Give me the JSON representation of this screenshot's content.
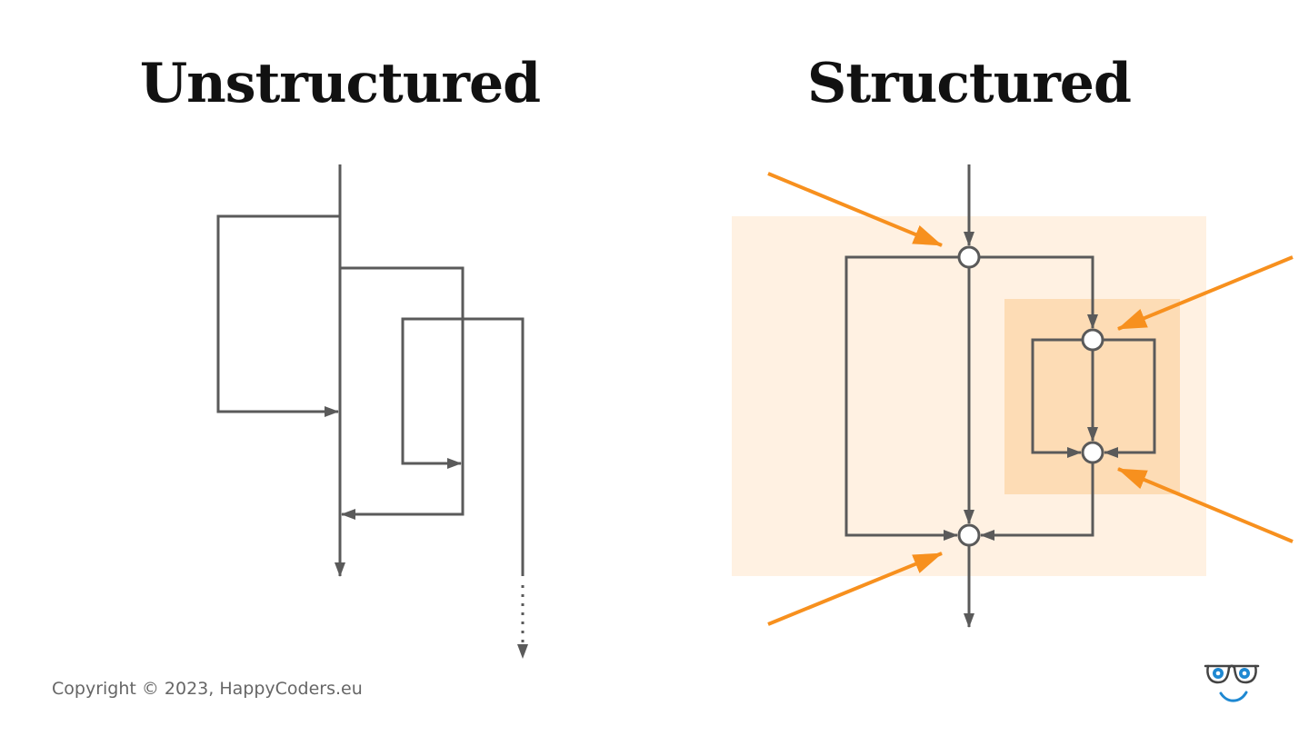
{
  "titles": {
    "unstructured": "Unstructured",
    "structured": "Structured"
  },
  "footer": {
    "copyright": "Copyright © 2023, HappyCoders.eu"
  },
  "colors": {
    "line": "#5a5a5a",
    "accent_arrow": "#f7901e",
    "outer_block": "#fff1e2",
    "inner_block": "#fddcb5"
  },
  "logo": {
    "icon": "glasses-smiley-icon"
  }
}
